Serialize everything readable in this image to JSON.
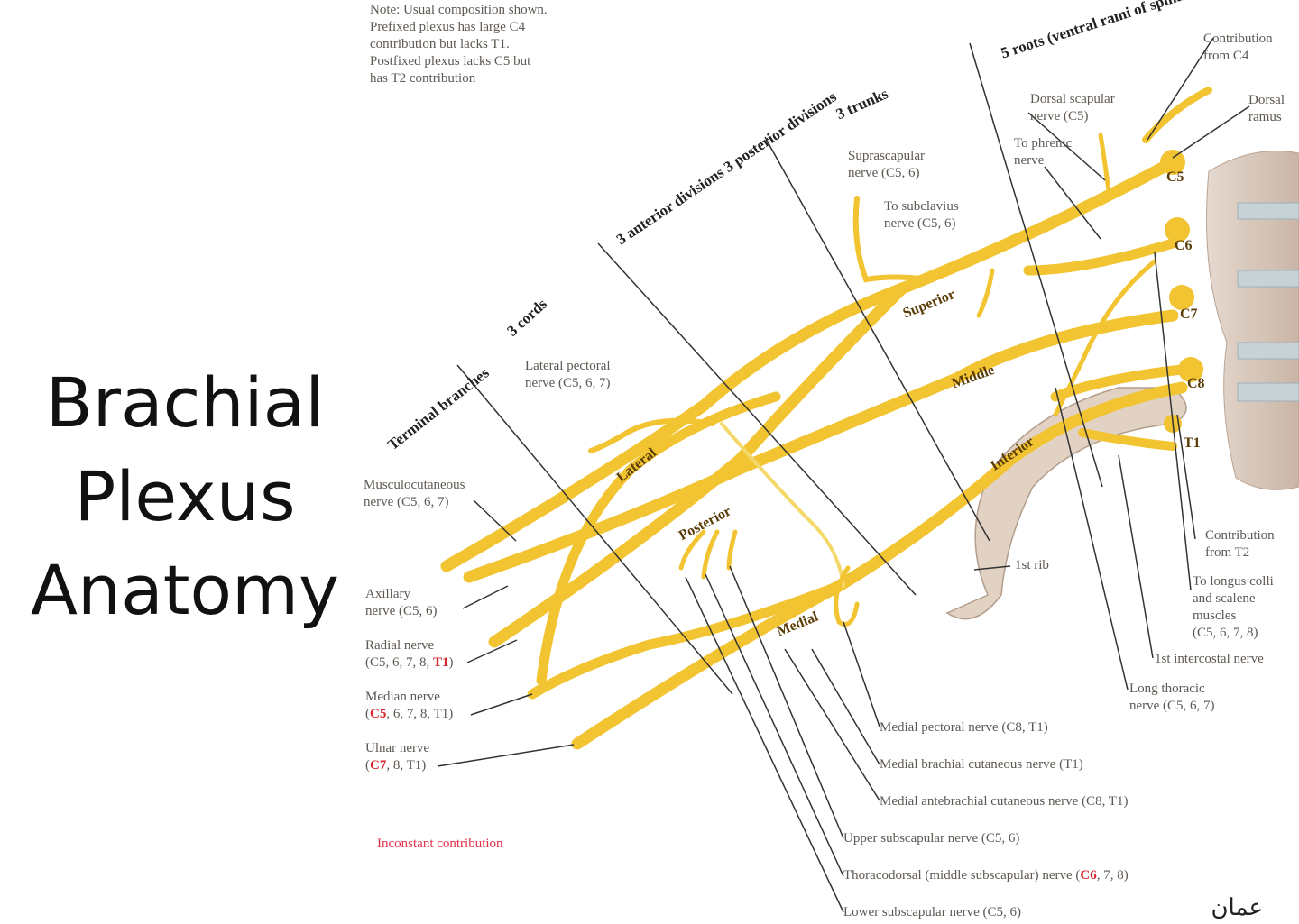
{
  "title": {
    "line1": "Brachial",
    "line2": "Plexus",
    "line3": "Anatomy"
  },
  "note": {
    "lines": [
      "Note: Usual composition shown.",
      "Prefixed plexus has large C4",
      "contribution but lacks T1.",
      "Postfixed plexus lacks C5 but",
      "has T2 contribution"
    ]
  },
  "sections": {
    "roots": [
      "5 roots",
      "(ventral rami of",
      "spinal nerves)"
    ],
    "trunks": "3 trunks",
    "divisions": [
      "3 anterior divisions",
      "3 posterior divisions"
    ],
    "cords": "3 cords",
    "terminal": [
      "Terminal",
      "branches"
    ]
  },
  "trunk_labels": {
    "superior": "Superior",
    "middle": "Middle",
    "inferior": "Inferior"
  },
  "cord_labels": {
    "lateral": "Lateral",
    "posterior": "Posterior",
    "medial": "Medial"
  },
  "root_labels": [
    "C5",
    "C6",
    "C7",
    "C8",
    "T1"
  ],
  "labels": {
    "contribution_c4": [
      "Contribution",
      "from C4"
    ],
    "dorsal_ramus": [
      "Dorsal",
      "ramus"
    ],
    "dorsal_scapular": [
      "Dorsal scapular",
      "nerve (C5)"
    ],
    "to_phrenic": [
      "To phrenic",
      "nerve"
    ],
    "suprascapular": [
      "Suprascapular",
      "nerve (C5, 6)"
    ],
    "to_subclavius": [
      "To subclavius",
      "nerve (C5, 6)"
    ],
    "lateral_pectoral": [
      "Lateral pectoral",
      "nerve (C5, 6, 7)"
    ],
    "musculocutaneous": [
      "Musculocutaneous",
      "nerve (C5, 6, 7)"
    ],
    "axillary": [
      "Axillary",
      "nerve (C5, 6)"
    ],
    "radial": {
      "line1": "Radial nerve",
      "pre": "(C5, 6, 7, 8, ",
      "red": "T1",
      "post": ")"
    },
    "median": {
      "line1": "Median nerve",
      "pre": "(",
      "red": "C5",
      "post": ", 6, 7, 8, T1)"
    },
    "ulnar": {
      "line1": "Ulnar nerve",
      "pre": "(",
      "red": "C7",
      "post": ", 8, T1)"
    },
    "first_rib": "1st rib",
    "contribution_t2": [
      "Contribution",
      "from T2"
    ],
    "longus_colli": [
      "To longus colli",
      "and scalene",
      "muscles",
      "(C5, 6, 7, 8)"
    ],
    "first_intercostal": "1st intercostal nerve",
    "long_thoracic": [
      "Long thoracic",
      "nerve (C5, 6, 7)"
    ],
    "medial_pectoral": "Medial pectoral nerve (C8, T1)",
    "medial_brachial_cutaneous": "Medial brachial cutaneous nerve (T1)",
    "medial_antebrachial_cutaneous": "Medial antebrachial cutaneous nerve  (C8, T1)",
    "upper_subscapular": "Upper subscapular nerve (C5, 6)",
    "thoracodorsal": {
      "pre": "Thoracodorsal (middle subscapular) nerve (",
      "red": "C6",
      "post": ", 7, 8)"
    },
    "lower_subscapular": "Lower subscapular nerve (C5, 6)"
  },
  "inconstant": "Inconstant contribution",
  "signature": "ﻋﻤﺎﻥ",
  "colors": {
    "nerve": "#f2c431",
    "nerve_dark": "#d9a218",
    "bone": "#d9c8bb",
    "red_text": "#d9262e"
  }
}
